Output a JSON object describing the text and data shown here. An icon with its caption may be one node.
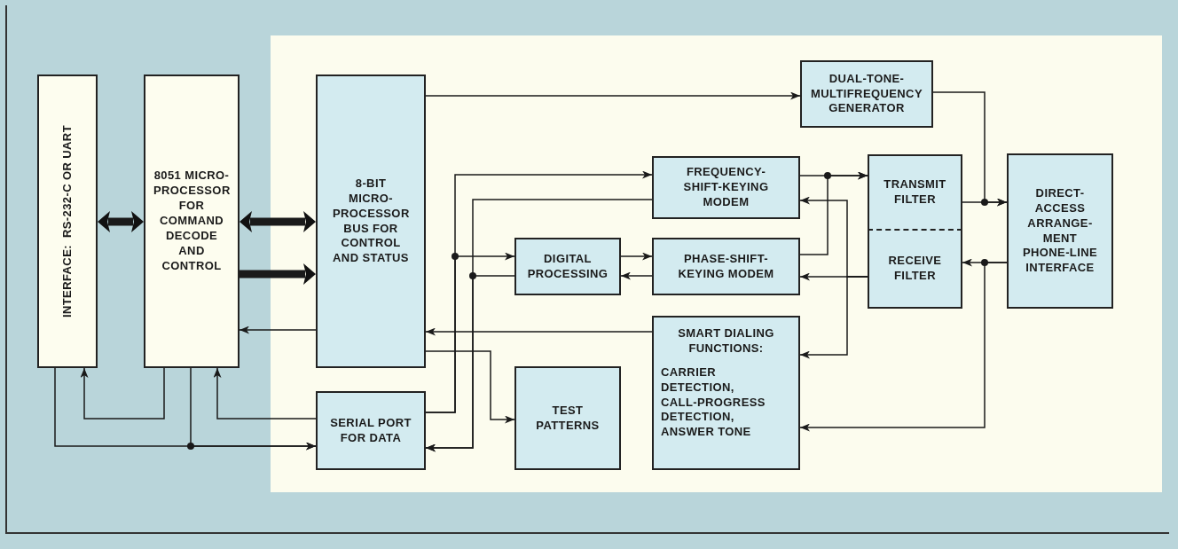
{
  "diagram": {
    "nodes": [
      {
        "text": [
          "INTERFACE:  RS-232-C OR UART"
        ]
      },
      {
        "text": [
          "8051 MICRO- PROCESSOR FOR COMMAND DECODE AND CONTROL"
        ]
      },
      {
        "text": [
          "8-BIT MICRO- PROCESSOR BUS FOR CONTROL AND STATUS"
        ]
      },
      {
        "text": [
          "SERIAL PORT FOR DATA"
        ]
      },
      {
        "text": [
          "DIGITAL PROCESSING"
        ]
      },
      {
        "text": [
          "TEST PATTERNS"
        ]
      },
      {
        "text": [
          "DUAL-TONE- MULTIFREQUENCY GENERATOR"
        ]
      },
      {
        "text": [
          "FREQUENCY- SHIFT-KEYING MODEM"
        ]
      },
      {
        "text": [
          "PHASE-SHIFT- KEYING MODEM"
        ]
      },
      {
        "text": [
          "SMART DIALING FUNCTIONS:",
          "CARRIER DETECTION, CALL-PROGRESS DETECTION, ANSWER TONE"
        ]
      },
      {
        "text": [
          "TRANSMIT FILTER"
        ]
      },
      {
        "text": [
          "RECEIVE FILTER"
        ]
      },
      {
        "text": [
          "DIRECT- ACCESS ARRANGE- MENT PHONE-LINE INTERFACE"
        ]
      }
    ],
    "edges": [
      {
        "from": 0,
        "to": 1,
        "arrow": "both",
        "style": "thick"
      },
      {
        "from": 1,
        "to": 2,
        "arrow": "both",
        "style": "thick"
      },
      {
        "from": 1,
        "to": 2,
        "arrow": "to",
        "style": "thick"
      },
      {
        "from": 2,
        "to": 1,
        "arrow": "to"
      },
      {
        "from": 9,
        "to": 2,
        "arrow": "to"
      },
      {
        "from": 2,
        "to": 6,
        "arrow": "to"
      },
      {
        "from": 2,
        "to": 5,
        "arrow": "to"
      },
      {
        "from": 3,
        "to": 7,
        "arrow": "to"
      },
      {
        "from": 3,
        "to": 4,
        "arrow": "to"
      },
      {
        "from": 7,
        "to": 3,
        "arrow": "to"
      },
      {
        "from": 4,
        "to": 3,
        "arrow": "to"
      },
      {
        "from": 4,
        "to": 8,
        "arrow": "to"
      },
      {
        "from": 8,
        "to": 4,
        "arrow": "to"
      },
      {
        "from": 7,
        "to": 10,
        "arrow": "to"
      },
      {
        "from": 8,
        "to": 10,
        "arrow": "to"
      },
      {
        "from": 11,
        "to": 7,
        "arrow": "to"
      },
      {
        "from": 11,
        "to": 8,
        "arrow": "to"
      },
      {
        "from": 11,
        "to": 9,
        "arrow": "to"
      },
      {
        "from": 6,
        "to": 12,
        "arrow": "to"
      },
      {
        "from": 10,
        "to": 12,
        "arrow": "to"
      },
      {
        "from": 12,
        "to": 11,
        "arrow": "to"
      },
      {
        "from": 12,
        "to": 9,
        "arrow": "to"
      },
      {
        "from": 0,
        "to": 3,
        "arrow": "to"
      },
      {
        "from": 1,
        "to": 3,
        "arrow": "to"
      },
      {
        "from": 1,
        "to": 0,
        "arrow": "to"
      },
      {
        "from": 3,
        "to": 1,
        "arrow": "to"
      }
    ]
  }
}
